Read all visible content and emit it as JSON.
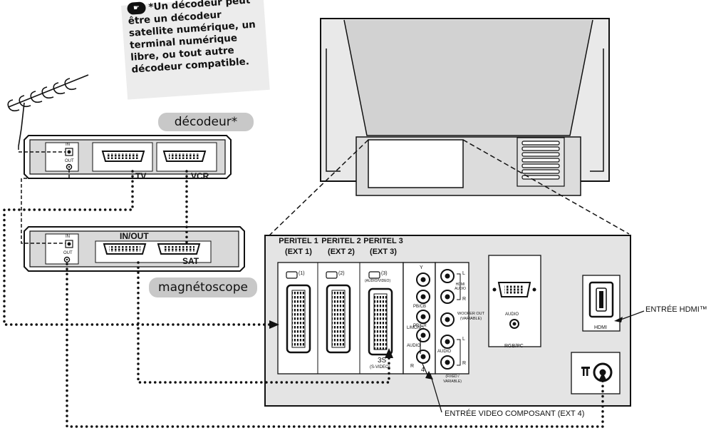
{
  "note": {
    "icon": "pointing-hand-icon",
    "lines": [
      "*Un décodeur peut",
      "être un décodeur",
      "satellite numérique, un",
      "terminal numérique",
      "libre, ou tout autre",
      "décodeur compatible."
    ]
  },
  "decoder": {
    "label": "décodeur*",
    "tv": "TV",
    "vcr": "VCR",
    "in": "IN",
    "out": "OUT"
  },
  "vcr": {
    "label": "magnétoscope",
    "inout": "IN/OUT",
    "sat": "SAT",
    "in": "IN",
    "out": "OUT"
  },
  "peritel": [
    {
      "name": "PERITEL 1",
      "ext": "(EXT 1)",
      "tag": "(1)"
    },
    {
      "name": "PERITEL 2",
      "ext": "(EXT 2)",
      "tag": "(2)"
    },
    {
      "name": "PERITEL 3",
      "ext": "(EXT 3)",
      "tag": "(3)",
      "sub": "(AUDIO/VIDEO)"
    }
  ],
  "svideo": {
    "label": "3S",
    "sub": "(S-VIDEO)"
  },
  "component": {
    "y": "Y",
    "pb": "PB/CB",
    "pr": "PR/CR",
    "lmono": "L/MONO",
    "audio": "AUDIO",
    "r": "R",
    "num": "4"
  },
  "hdmi_audio": {
    "l": "L",
    "text": "HDMI AUDIO",
    "r": "R"
  },
  "woofer": "WOOFER OUT (VARIABLE)",
  "fixed_audio": {
    "audio": "AUDIO",
    "l": "L",
    "r": "R",
    "note": "(FIXED / VARIABLE)"
  },
  "rgb": {
    "audio": "AUDIO",
    "label": "RGB/PC"
  },
  "hdmi": {
    "label": "HDMI"
  },
  "callouts": {
    "hdmi": "ENTRÉE HDMI™",
    "component": "ENTRÉE VIDEO COMPOSANT (EXT 4)"
  }
}
